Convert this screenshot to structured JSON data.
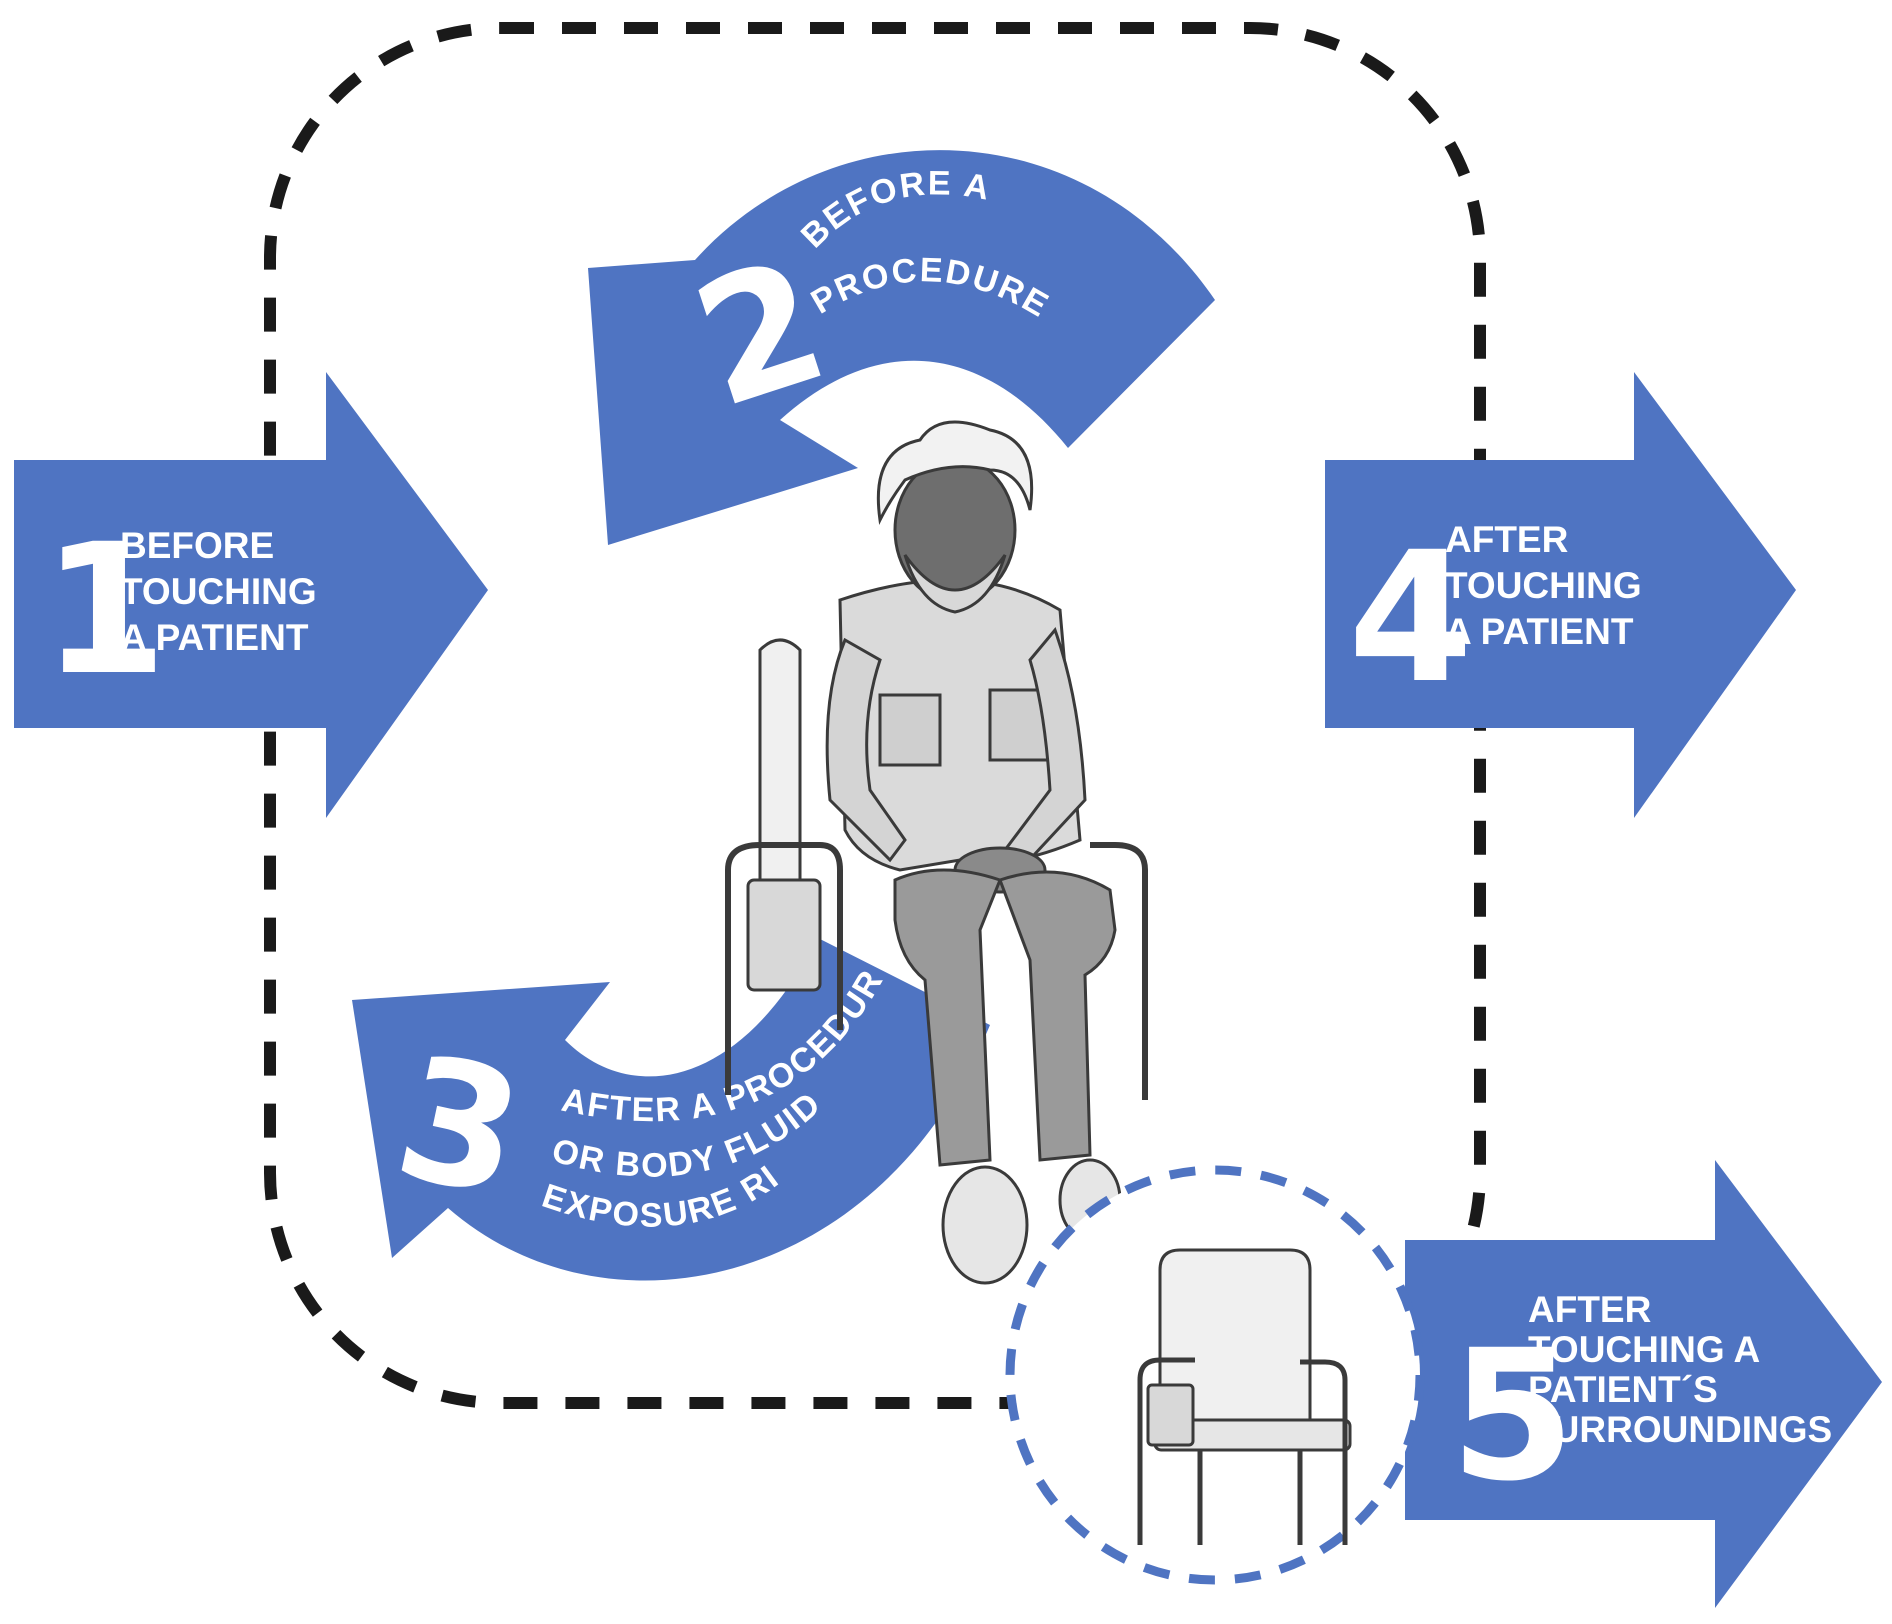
{
  "colors": {
    "arrow_blue": "#4f74c2",
    "patient_zone_border": "#1a1a1a",
    "surroundings_border": "#4f74c2",
    "background": "#ffffff"
  },
  "patient_zone": {
    "border_style": "dashed"
  },
  "surroundings_zone": {
    "border_style": "dashed"
  },
  "moments": [
    {
      "number": "1",
      "lines": [
        "BEFORE",
        "TOUCHING",
        "A PATIENT"
      ]
    },
    {
      "number": "2",
      "lines": [
        "BEFORE A",
        "PROCEDURE"
      ]
    },
    {
      "number": "3",
      "lines": [
        "AFTER A PROCEDURE",
        "OR BODY FLUID",
        "EXPOSURE RISK"
      ]
    },
    {
      "number": "4",
      "lines": [
        "AFTER",
        "TOUCHING",
        "A PATIENT"
      ]
    },
    {
      "number": "5",
      "lines": [
        "AFTER",
        "TOUCHING A",
        "PATIENT´S",
        "SURROUNDINGS"
      ]
    }
  ],
  "illustrations": {
    "patient": "seated-patient-illustration",
    "chair": "empty-chair-illustration"
  }
}
